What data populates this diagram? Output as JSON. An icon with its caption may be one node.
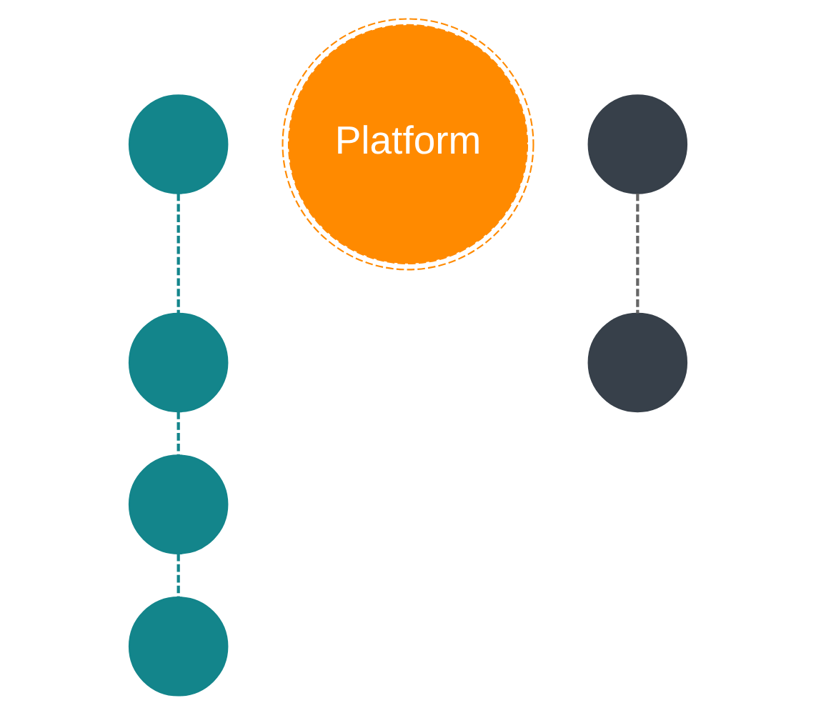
{
  "diagram": {
    "nodes": [
      {
        "text": [
          "Platform"
        ]
      },
      {
        "text": [],
        "shape": "circle"
      },
      {
        "text": [],
        "shape": "circle"
      },
      {
        "text": [],
        "shape": "circle"
      },
      {
        "text": [],
        "shape": "circle"
      },
      {
        "text": [],
        "shape": "circle"
      },
      {
        "text": [],
        "shape": "circle"
      }
    ],
    "edges": [
      {
        "from": 1,
        "to": 2,
        "arrow": "none",
        "style": "dashed"
      },
      {
        "from": 2,
        "to": 3,
        "arrow": "none",
        "style": "dashed"
      },
      {
        "from": 3,
        "to": 4,
        "arrow": "none",
        "style": "dashed"
      },
      {
        "from": 5,
        "to": 6,
        "arrow": "none",
        "style": "dashed",
        "color": "#666666"
      }
    ]
  }
}
